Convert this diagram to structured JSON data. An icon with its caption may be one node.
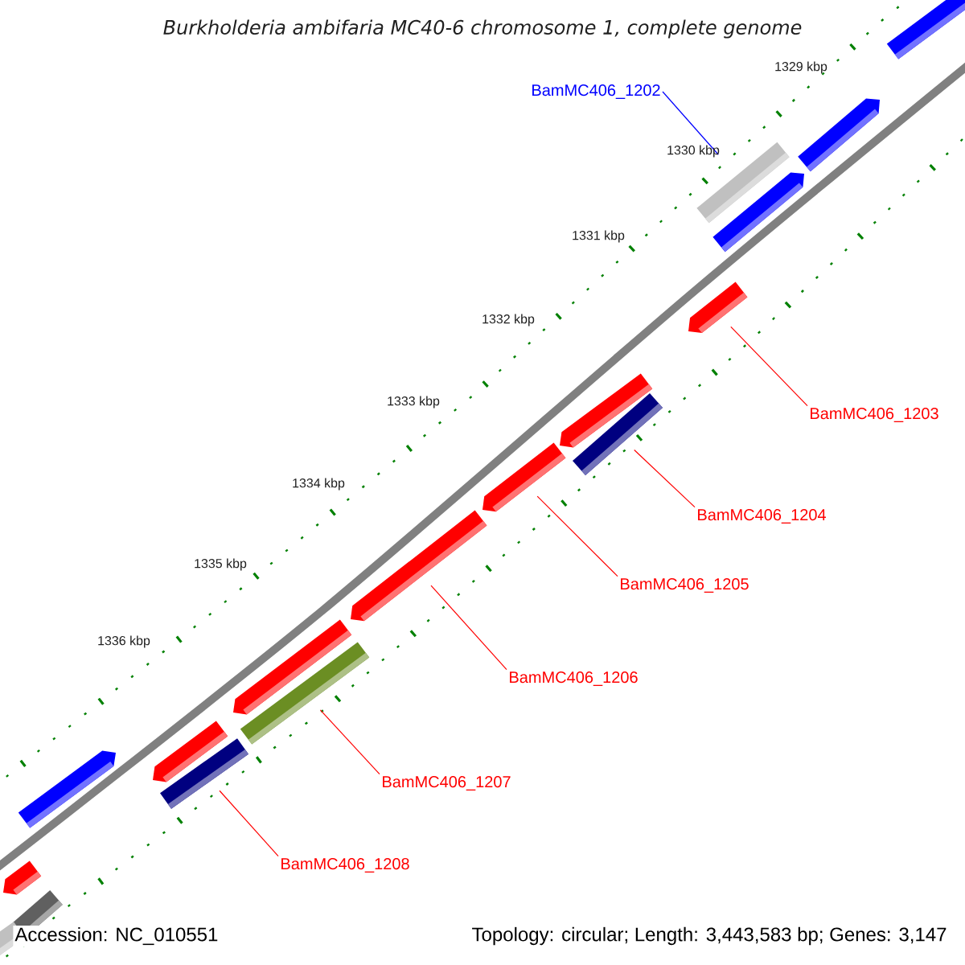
{
  "diagram": {
    "title": "Burkholderia ambifaria MC40-6 chromosome 1, complete genome",
    "nodes": [
      {
        "text": [
          "BamMC406_1202"
        ]
      },
      {
        "text": [],
        "shape": "bar"
      },
      {
        "text": [
          "BamMC406_1203"
        ]
      },
      {
        "text": [],
        "shape": "bar"
      },
      {
        "text": [
          "BamMC406_1204"
        ]
      },
      {
        "text": [],
        "shape": "bar"
      },
      {
        "text": [
          "BamMC406_1205"
        ]
      },
      {
        "text": [],
        "shape": "bar"
      },
      {
        "text": [
          "BamMC406_1206"
        ]
      },
      {
        "text": [],
        "shape": "bar"
      },
      {
        "text": [
          "BamMC406_1207"
        ]
      },
      {
        "text": [],
        "shape": "bar"
      },
      {
        "text": [
          "BamMC406_1208"
        ]
      },
      {
        "text": [],
        "shape": "bar"
      }
    ],
    "edges": [
      {
        "from": 0,
        "to": 1,
        "arrow": "none",
        "color": "#0000ff"
      },
      {
        "from": 2,
        "to": 3,
        "arrow": "none"
      },
      {
        "from": 4,
        "to": 5,
        "arrow": "none"
      },
      {
        "from": 6,
        "to": 7,
        "arrow": "none"
      },
      {
        "from": 8,
        "to": 9,
        "arrow": "none"
      },
      {
        "from": 10,
        "to": 11,
        "arrow": "none"
      },
      {
        "from": 12,
        "to": 13,
        "arrow": "none"
      }
    ],
    "labels": [
      "1329 kbp",
      "1330 kbp",
      "1331 kbp",
      "1332 kbp",
      "1333 kbp",
      "1334 kbp",
      "1335 kbp",
      "1336 kbp",
      "Accession: NC_010551",
      "Topology: circular; Length: 3,443,583 bp; Genes: 3,147"
    ]
  }
}
